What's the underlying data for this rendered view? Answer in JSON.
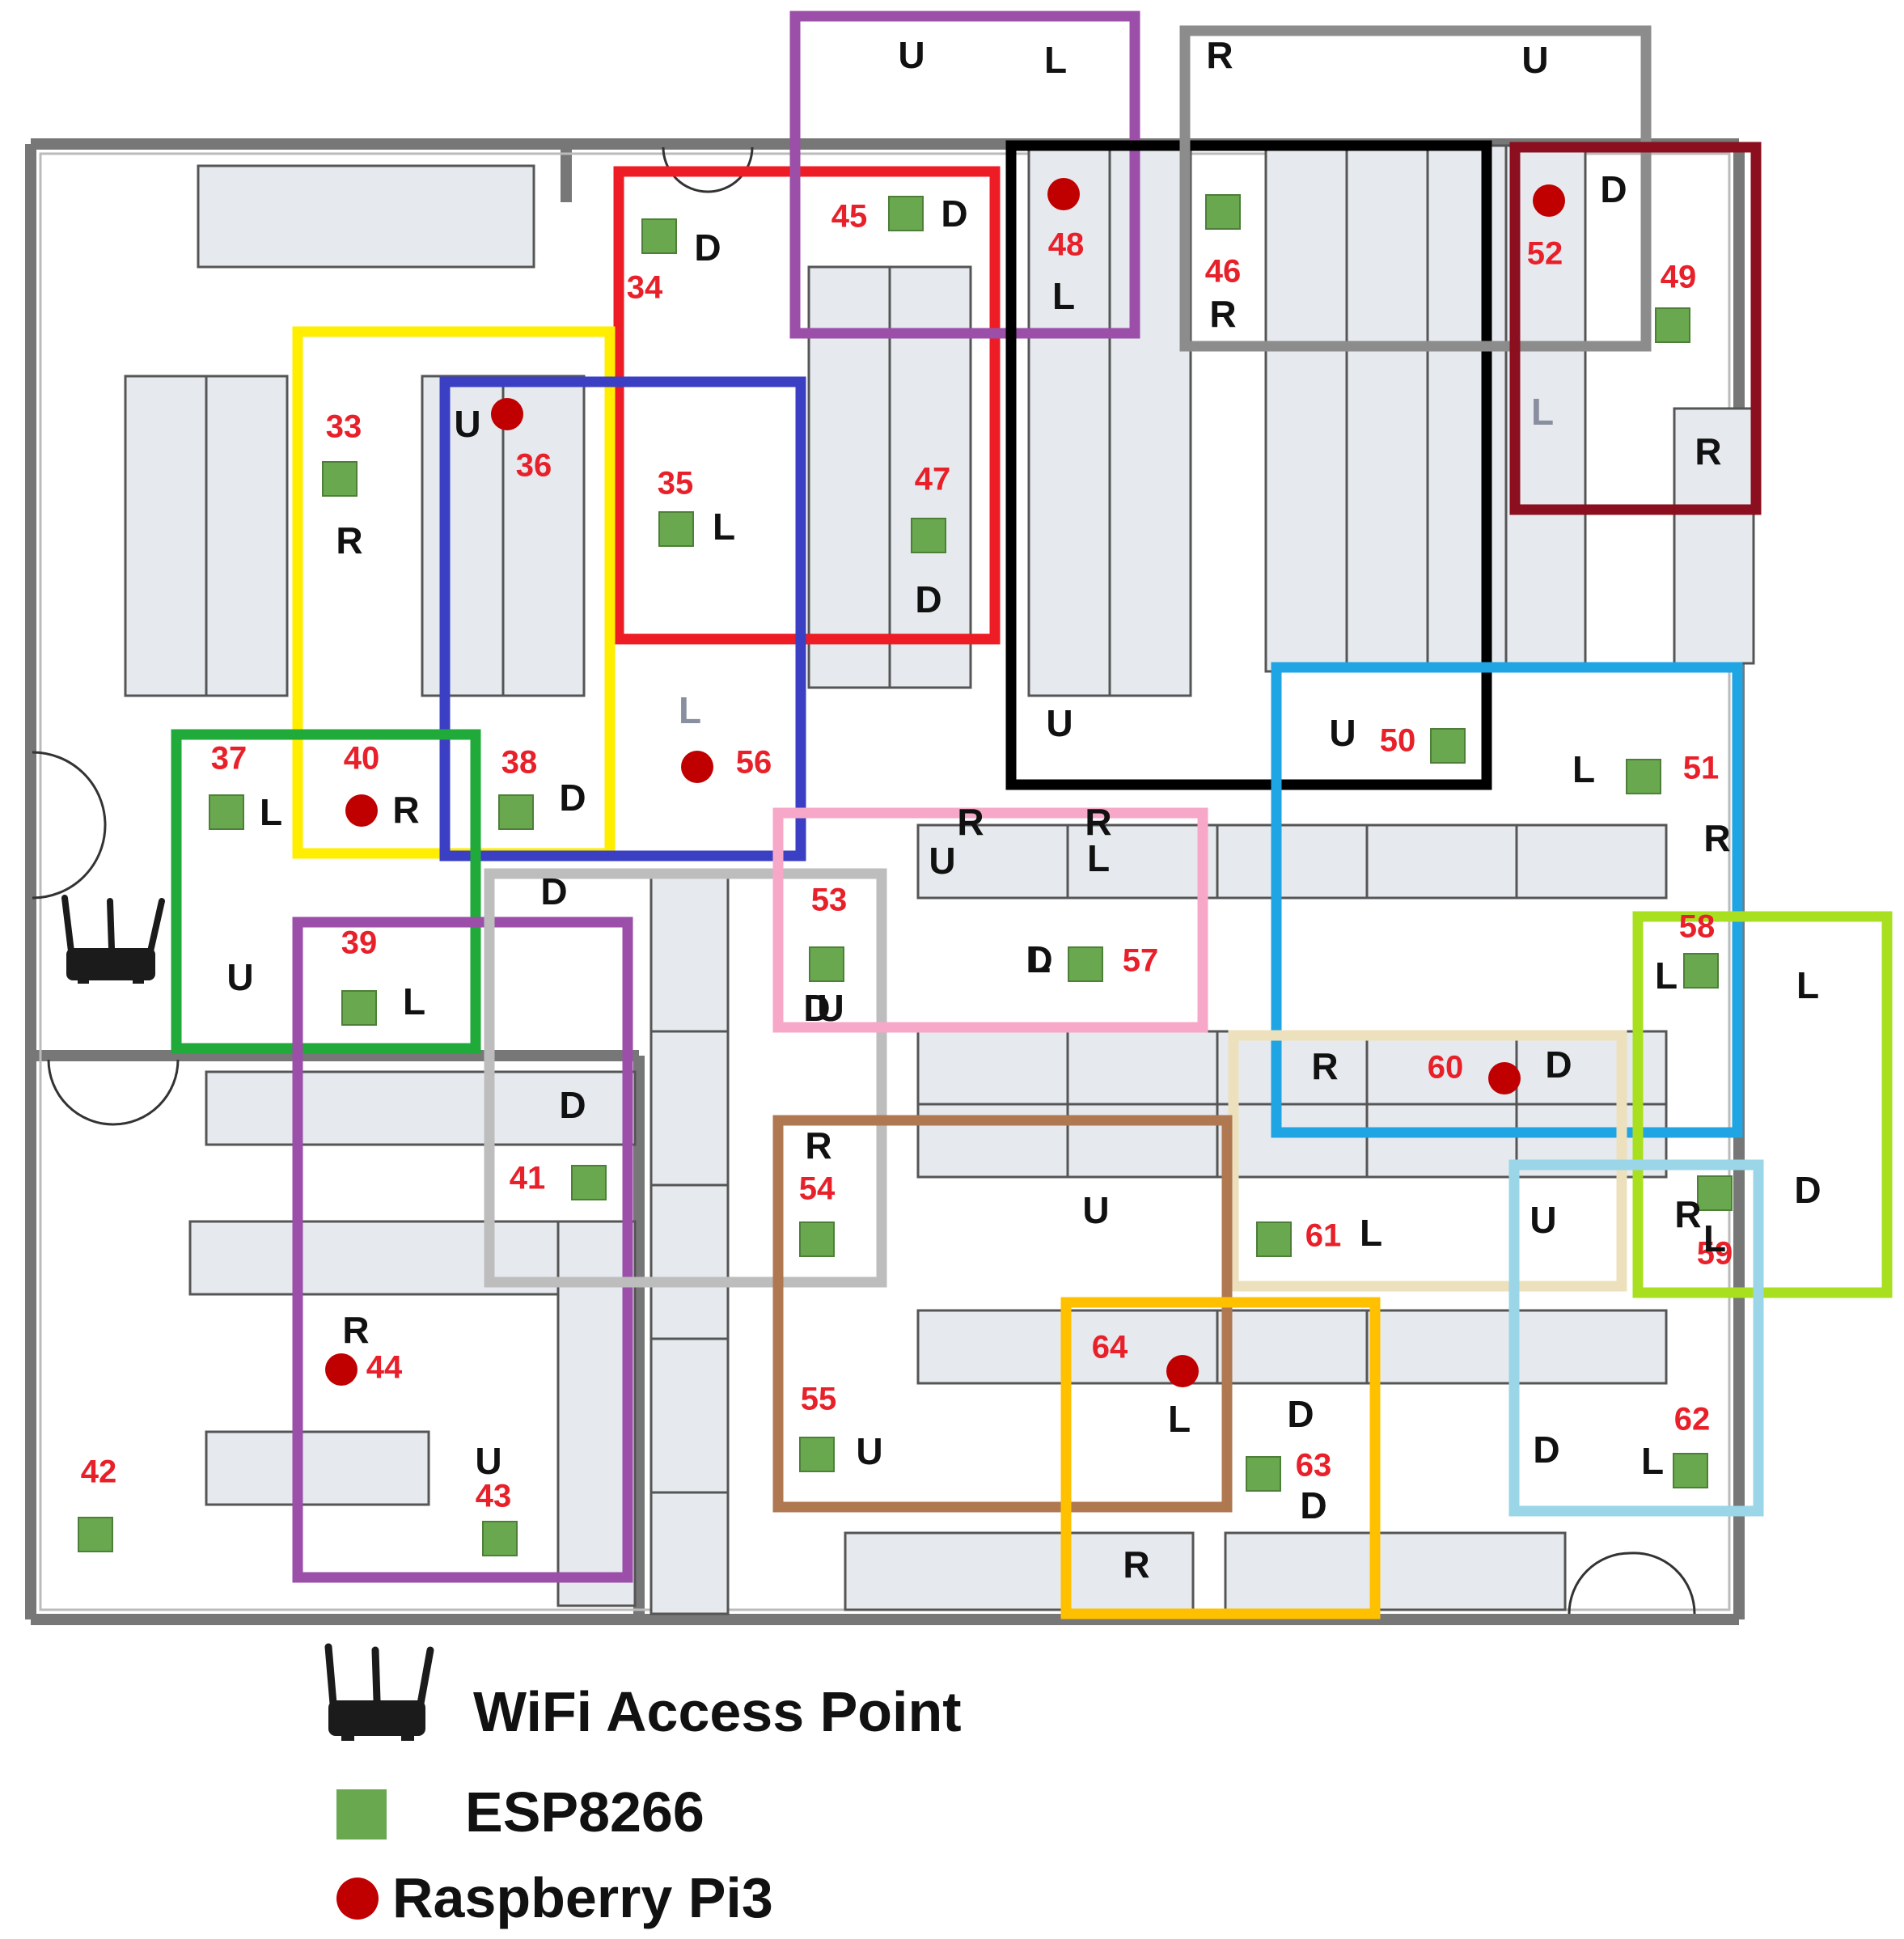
{
  "legend": {
    "wifi": "WiFi Access Point",
    "esp": "ESP8266",
    "rpi": "Raspberry Pi3"
  },
  "colors": {
    "esp": "#6aa84f",
    "rpi": "#c00000",
    "number": "#e8202a",
    "letter": "#111111",
    "furniture": "#e6eaef",
    "wall": "#777777"
  },
  "zones": [
    {
      "id": "red",
      "color": "#ee1c24"
    },
    {
      "id": "purple-top",
      "color": "#9b4fa8"
    },
    {
      "id": "black",
      "color": "#000000"
    },
    {
      "id": "gray-top",
      "color": "#8c8c8c"
    },
    {
      "id": "maroon",
      "color": "#8b0f1f"
    },
    {
      "id": "yellow",
      "color": "#ffee00"
    },
    {
      "id": "blue",
      "color": "#3a3fc4"
    },
    {
      "id": "green",
      "color": "#1faa3a"
    },
    {
      "id": "purple-bottom",
      "color": "#9b4fa8"
    },
    {
      "id": "light-gray",
      "color": "#bdbdbd"
    },
    {
      "id": "pink",
      "color": "#f7a8c8"
    },
    {
      "id": "cyan",
      "color": "#1fa4e4"
    },
    {
      "id": "lime",
      "color": "#a8e020"
    },
    {
      "id": "beige",
      "color": "#ede0bc"
    },
    {
      "id": "brown",
      "color": "#b07850"
    },
    {
      "id": "light-blue",
      "color": "#9ad6e8"
    },
    {
      "id": "orange",
      "color": "#ffc000"
    }
  ],
  "devices": [
    {
      "num": "34",
      "type": "esp"
    },
    {
      "num": "45",
      "type": "esp"
    },
    {
      "num": "48",
      "type": "rpi"
    },
    {
      "num": "46",
      "type": "esp"
    },
    {
      "num": "52",
      "type": "rpi"
    },
    {
      "num": "49",
      "type": "esp"
    },
    {
      "num": "33",
      "type": "esp"
    },
    {
      "num": "36",
      "type": "rpi"
    },
    {
      "num": "35",
      "type": "esp"
    },
    {
      "num": "47",
      "type": "esp"
    },
    {
      "num": "56",
      "type": "rpi"
    },
    {
      "num": "37",
      "type": "esp"
    },
    {
      "num": "40",
      "type": "rpi"
    },
    {
      "num": "38",
      "type": "esp"
    },
    {
      "num": "50",
      "type": "esp"
    },
    {
      "num": "51",
      "type": "esp"
    },
    {
      "num": "53",
      "type": "esp"
    },
    {
      "num": "57",
      "type": "esp"
    },
    {
      "num": "39",
      "type": "esp"
    },
    {
      "num": "58",
      "type": "esp"
    },
    {
      "num": "60",
      "type": "rpi"
    },
    {
      "num": "41",
      "type": "esp"
    },
    {
      "num": "54",
      "type": "esp"
    },
    {
      "num": "61",
      "type": "esp"
    },
    {
      "num": "59",
      "type": "esp"
    },
    {
      "num": "44",
      "type": "rpi"
    },
    {
      "num": "64",
      "type": "rpi"
    },
    {
      "num": "55",
      "type": "esp"
    },
    {
      "num": "63",
      "type": "esp"
    },
    {
      "num": "62",
      "type": "esp"
    },
    {
      "num": "42",
      "type": "esp"
    },
    {
      "num": "43",
      "type": "esp"
    }
  ],
  "letters": [
    "U",
    "L",
    "R",
    "U",
    "D",
    "D",
    "D",
    "R",
    "R",
    "D",
    "L",
    "U",
    "R",
    "L",
    "L",
    "L",
    "R",
    "U",
    "U",
    "L",
    "D",
    "L",
    "R",
    "U",
    "L",
    "U",
    "L",
    "U",
    "D",
    "L",
    "L",
    "R",
    "D",
    "D",
    "R",
    "D",
    "U",
    "L",
    "U",
    "R",
    "D",
    "R",
    "U",
    "L",
    "U",
    "D",
    "D",
    "D",
    "L",
    "R",
    "R",
    "R",
    "D",
    "L",
    "D",
    "L",
    "U"
  ]
}
